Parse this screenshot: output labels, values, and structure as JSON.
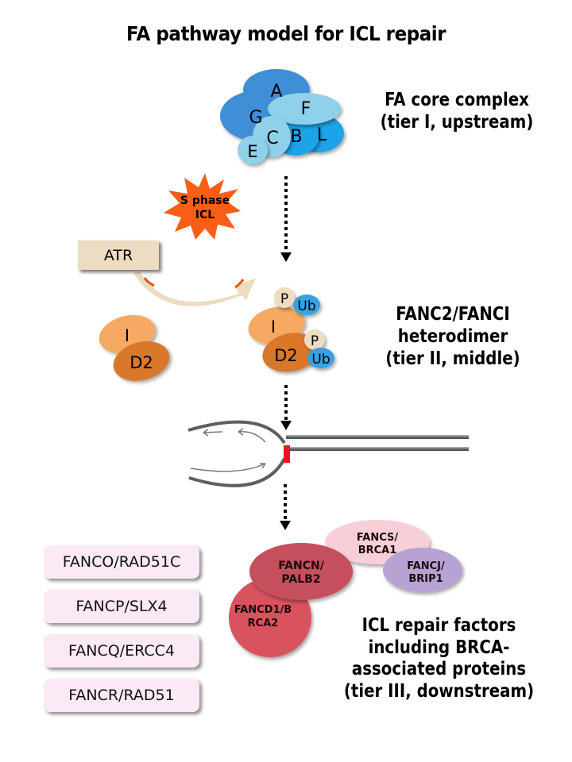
{
  "title": "FA pathway model for ICL repair",
  "tiers": {
    "tier1": {
      "label_lines": [
        "FA core complex",
        "(tier I, upstream)"
      ],
      "proteins": [
        "A",
        "G",
        "F",
        "C",
        "B",
        "L",
        "E"
      ]
    },
    "tier2": {
      "label_lines": [
        "FANC2/FANCI",
        "heterodimer",
        "(tier II, middle)"
      ],
      "inactive": [
        "I",
        "D2"
      ],
      "active": {
        "subunits": [
          "I",
          "D2"
        ],
        "modifications": [
          "P",
          "Ub",
          "P",
          "Ub"
        ]
      }
    },
    "tier3": {
      "label_lines": [
        "ICL repair factors",
        "including BRCA-",
        "associated proteins",
        "(tier III, downstream)"
      ],
      "complex": [
        {
          "line1": "FANCS/",
          "line2": "BRCA1",
          "color": "#f8cfd6"
        },
        {
          "line1": "FANCN/",
          "line2": "PALB2",
          "color": "#c5505d"
        },
        {
          "line1": "FANCJ/",
          "line2": "BRIP1",
          "color": "#b7a2d4"
        },
        {
          "line1": "FANCD1/B",
          "line2": "RCA2",
          "color": "#d9525f"
        }
      ],
      "other_factors": [
        "FANCO/RAD51C",
        "FANCP/SLX4",
        "FANCQ/ERCC4",
        "FANCR/RAD51"
      ]
    }
  },
  "trigger": {
    "line1": "S phase",
    "line2": "ICL"
  },
  "kinase": "ATR",
  "colors": {
    "core_dark": "#3f8fd6",
    "core_mid": "#1aa3e8",
    "core_light": "#8fd0ea",
    "fanci": "#f5a963",
    "fancd2": "#d9772b",
    "phospho": "#ecdcc1",
    "ubiquitin": "#3b9fe0",
    "starburst": "#f85e15",
    "atr_box": "#eddcc2",
    "lesion": "#e8181a",
    "pill_bg": "#fbeaf5"
  }
}
